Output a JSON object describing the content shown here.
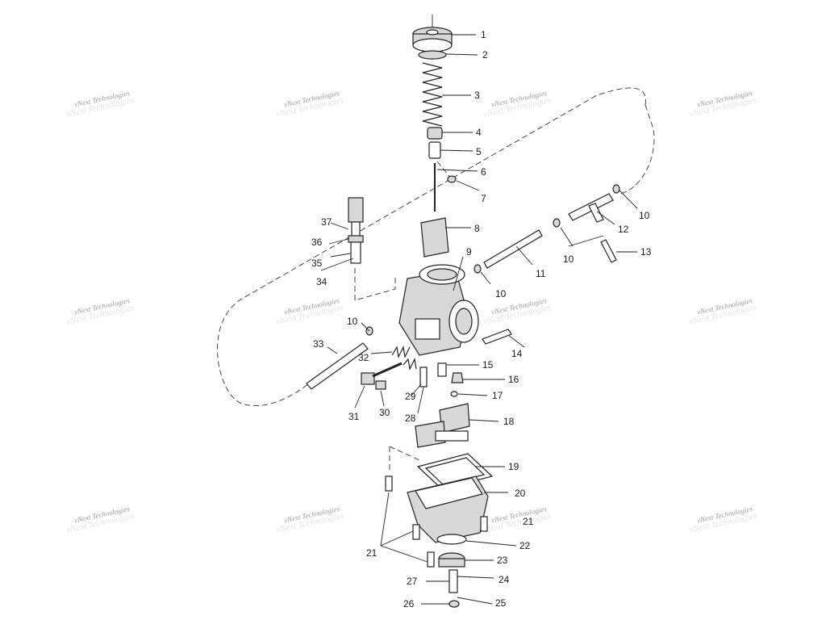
{
  "watermark_text": "vNext Technologies",
  "callouts": [
    {
      "id": "c1",
      "label": "1"
    },
    {
      "id": "c2",
      "label": "2"
    },
    {
      "id": "c3",
      "label": "3"
    },
    {
      "id": "c4",
      "label": "4"
    },
    {
      "id": "c5",
      "label": "5"
    },
    {
      "id": "c6",
      "label": "6"
    },
    {
      "id": "c7",
      "label": "7"
    },
    {
      "id": "c8",
      "label": "8"
    },
    {
      "id": "c9",
      "label": "9"
    },
    {
      "id": "c10a",
      "label": "10"
    },
    {
      "id": "c10b",
      "label": "10"
    },
    {
      "id": "c10c",
      "label": "10"
    },
    {
      "id": "c10d",
      "label": "10"
    },
    {
      "id": "c11",
      "label": "11"
    },
    {
      "id": "c12",
      "label": "12"
    },
    {
      "id": "c13",
      "label": "13"
    },
    {
      "id": "c14",
      "label": "14"
    },
    {
      "id": "c15",
      "label": "15"
    },
    {
      "id": "c16",
      "label": "16"
    },
    {
      "id": "c17",
      "label": "17"
    },
    {
      "id": "c18",
      "label": "18"
    },
    {
      "id": "c19",
      "label": "19"
    },
    {
      "id": "c20",
      "label": "20"
    },
    {
      "id": "c21a",
      "label": "21"
    },
    {
      "id": "c21b",
      "label": "21"
    },
    {
      "id": "c22",
      "label": "22"
    },
    {
      "id": "c23",
      "label": "23"
    },
    {
      "id": "c24",
      "label": "24"
    },
    {
      "id": "c25",
      "label": "25"
    },
    {
      "id": "c26",
      "label": "26"
    },
    {
      "id": "c27",
      "label": "27"
    },
    {
      "id": "c28",
      "label": "28"
    },
    {
      "id": "c29",
      "label": "29"
    },
    {
      "id": "c30",
      "label": "30"
    },
    {
      "id": "c31",
      "label": "31"
    },
    {
      "id": "c32",
      "label": "32"
    },
    {
      "id": "c33",
      "label": "33"
    },
    {
      "id": "c34",
      "label": "34"
    },
    {
      "id": "c35",
      "label": "35"
    },
    {
      "id": "c36",
      "label": "36"
    },
    {
      "id": "c37",
      "label": "37"
    }
  ]
}
